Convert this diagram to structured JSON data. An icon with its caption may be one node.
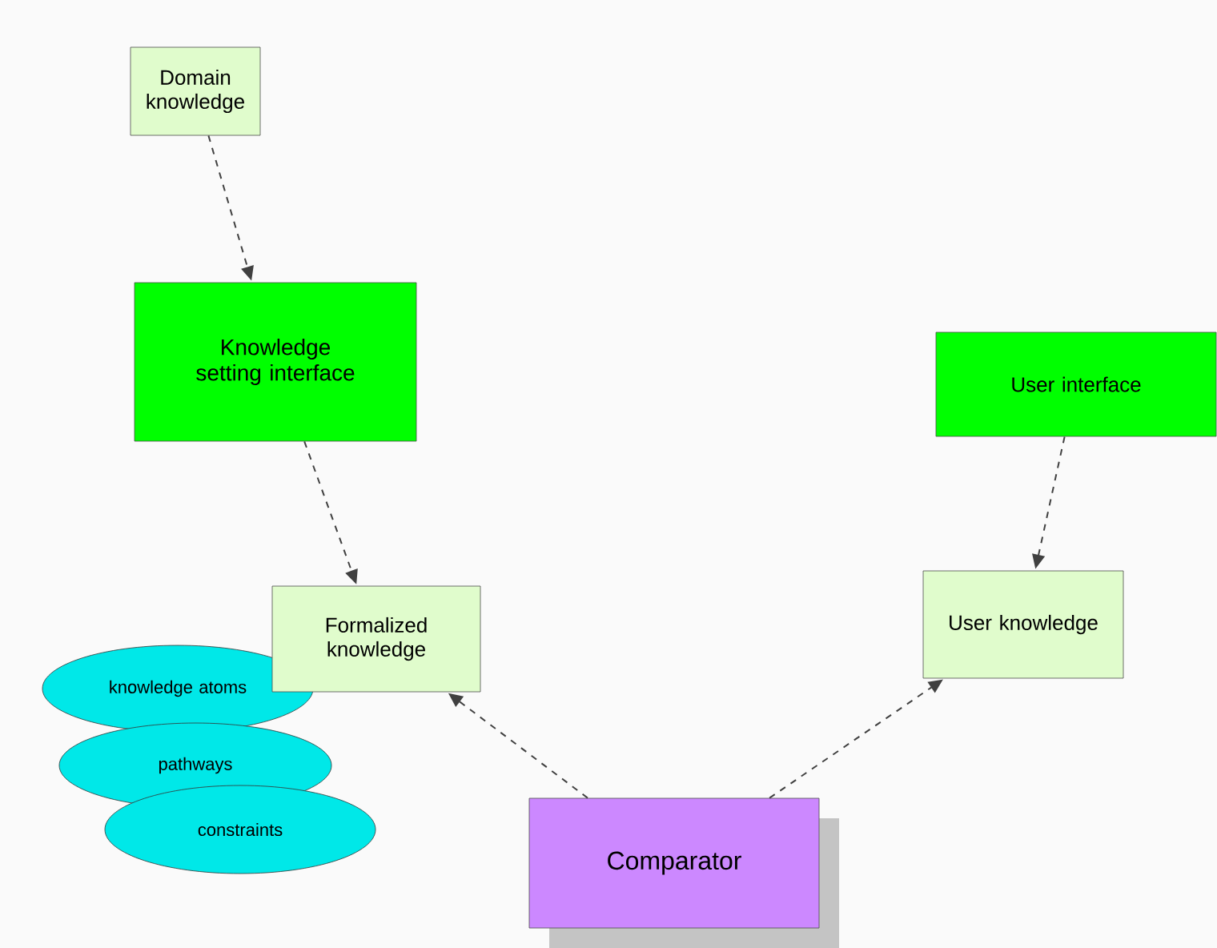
{
  "diagram": {
    "nodes": [
      {
        "text": [
          "Domain knowledge"
        ]
      },
      {
        "text": [
          "Knowledge setting interface"
        ]
      },
      {
        "text": [
          "User interface"
        ]
      },
      {
        "text": [
          "Formalized knowledge"
        ]
      },
      {
        "text": [
          "User knowledge"
        ]
      },
      {
        "text": [
          "knowledge atoms"
        ]
      },
      {
        "text": [
          "pathways"
        ]
      },
      {
        "text": [
          "constraints"
        ]
      },
      {
        "text": [
          "Comparator"
        ]
      }
    ],
    "edges": [
      {
        "from": 0,
        "to": 1,
        "arrow": "to",
        "style": "dashed"
      },
      {
        "from": 1,
        "to": 3,
        "arrow": "to",
        "style": "dashed"
      },
      {
        "from": 2,
        "to": 4,
        "arrow": "to",
        "style": "dashed"
      },
      {
        "from": 8,
        "to": 3,
        "arrow": "to",
        "style": "dashed"
      },
      {
        "from": 8,
        "to": 4,
        "arrow": "to",
        "style": "dashed"
      }
    ]
  }
}
